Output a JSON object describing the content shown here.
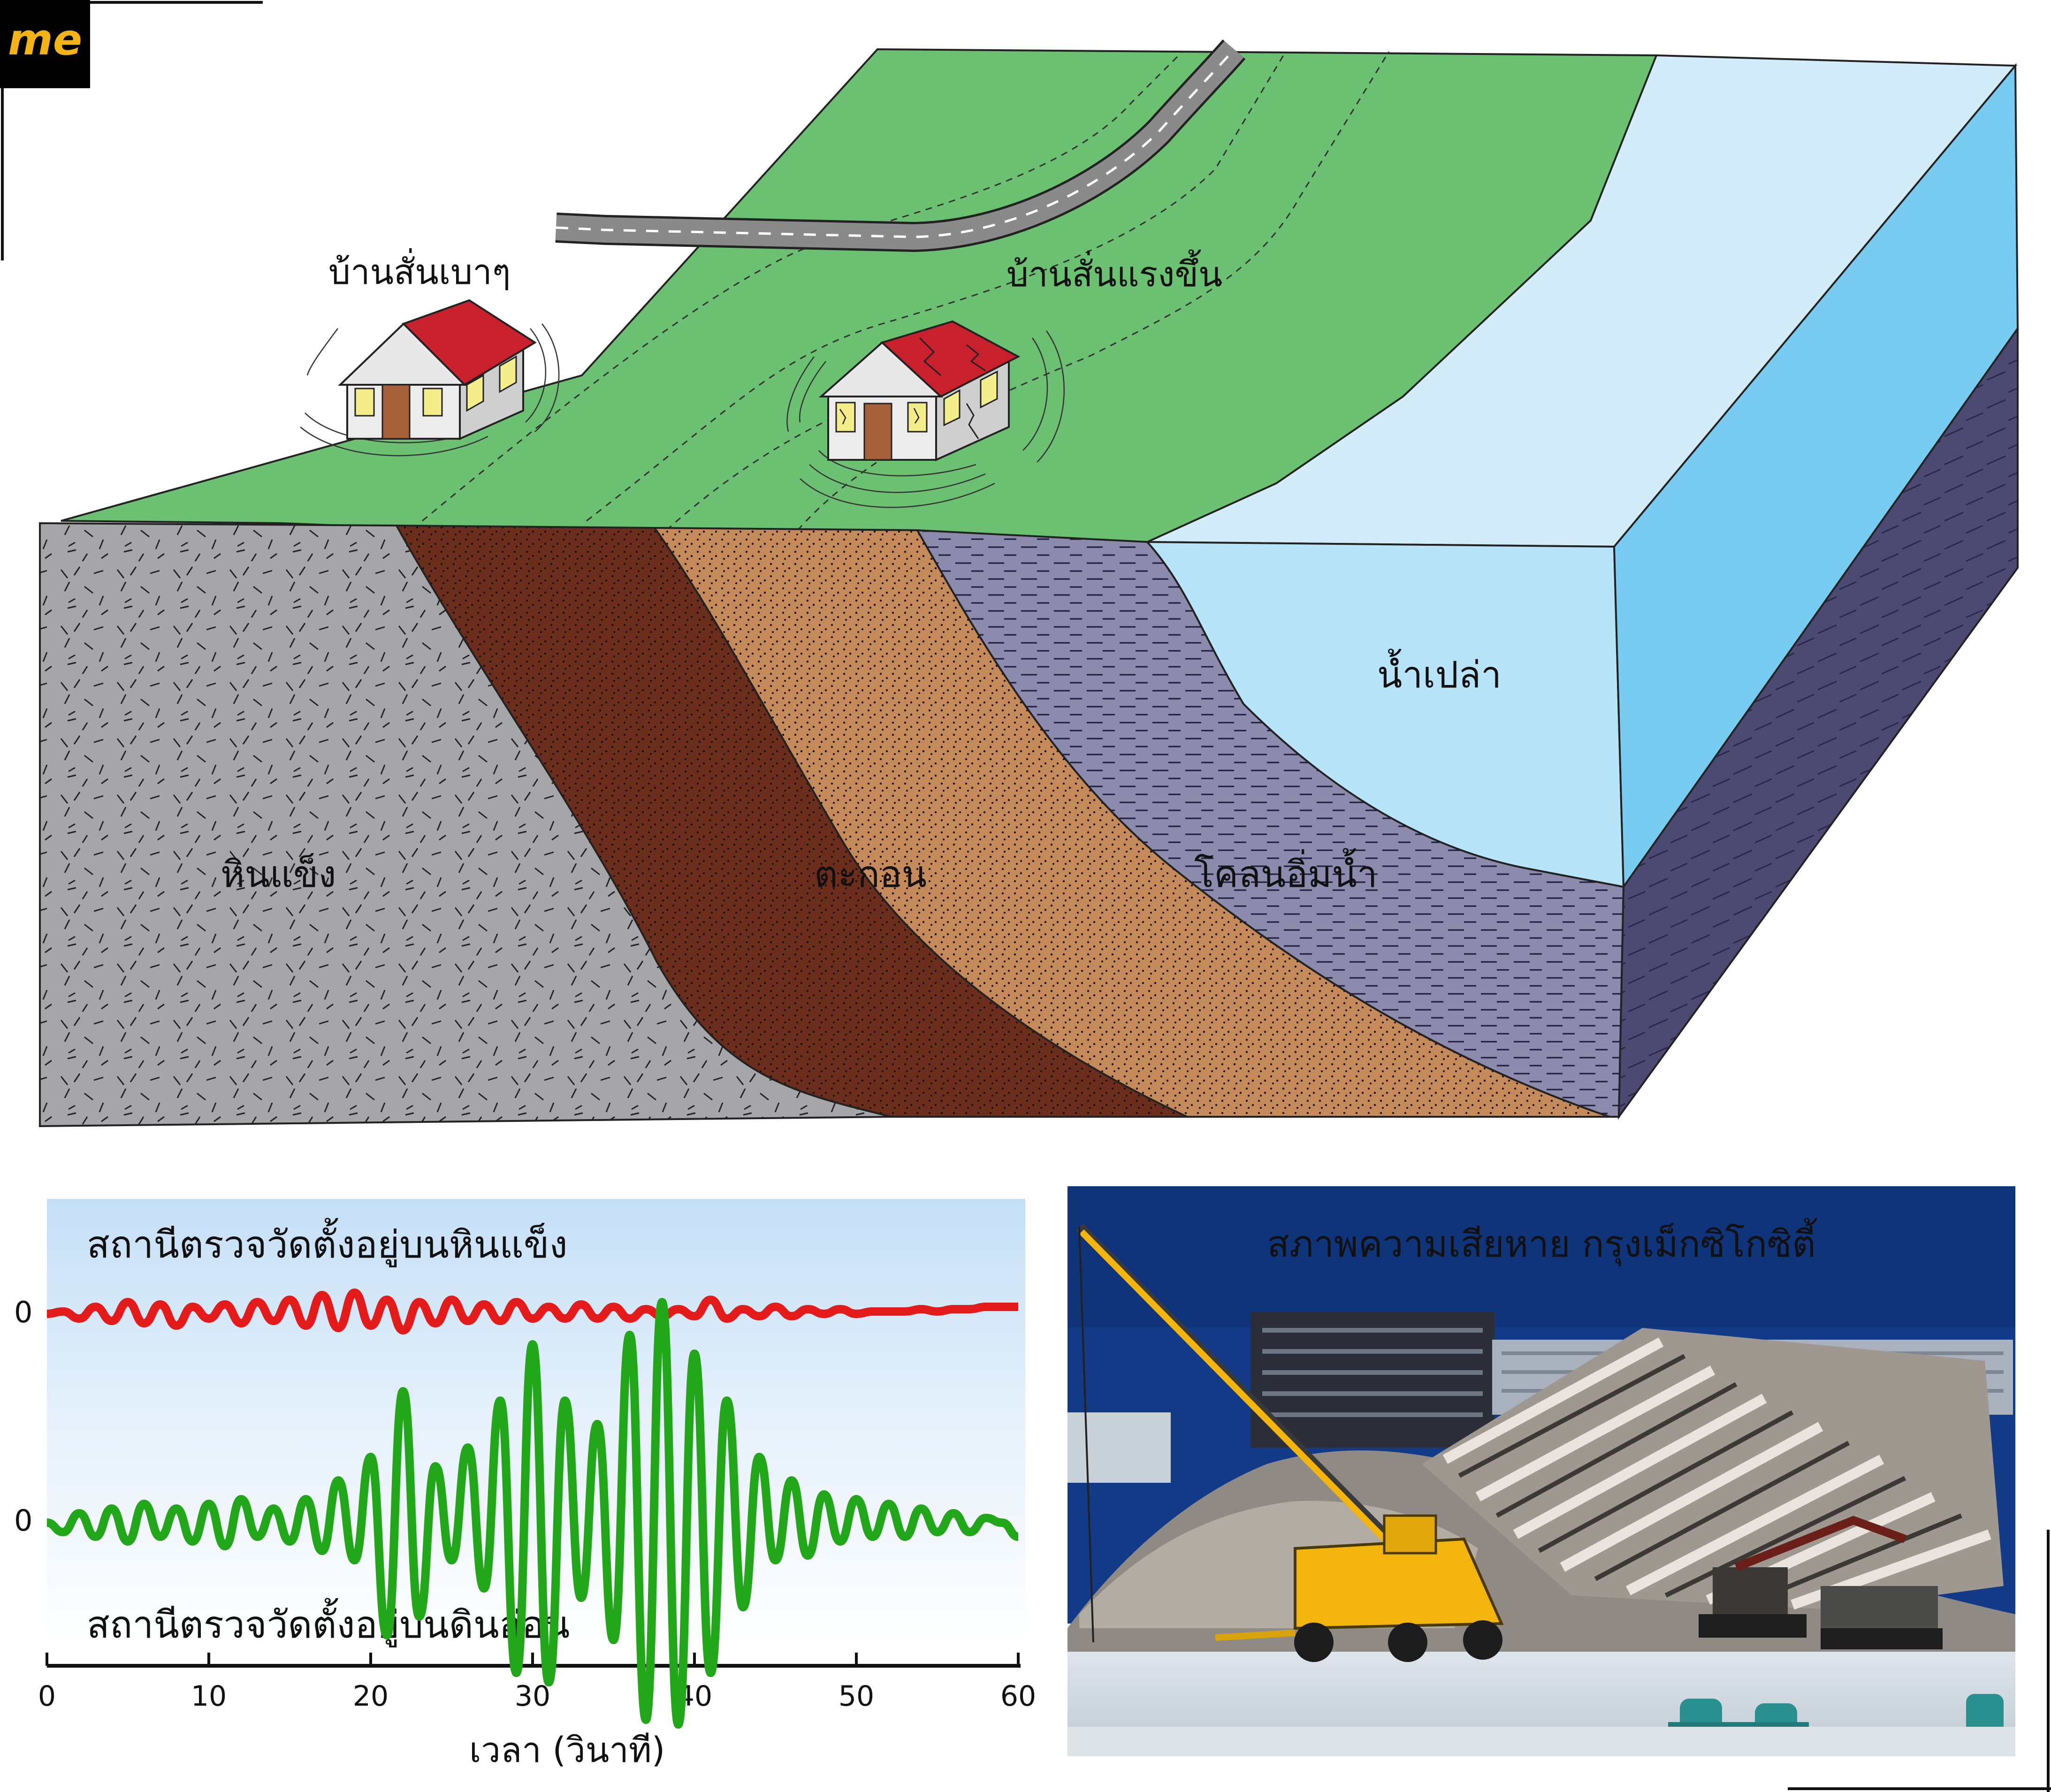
{
  "logo": {
    "text": "me",
    "color": "#f2b318",
    "bg": "#000000"
  },
  "diagram": {
    "labels": {
      "house_light": "บ้านสั่นเบาๆ",
      "house_strong": "บ้านสั่นแรงขึ้น",
      "hard_rock": "หินแข็ง",
      "sediment": "ตะกอน",
      "saturated_mud": "โคลนอิ่มน้ำ",
      "open_water": "น้ำเปล่า"
    },
    "colors": {
      "grass": "#6cc071",
      "rock": "#a6a6a8",
      "dark_soil": "#6b2e1c",
      "sand": "#c48a5a",
      "mud": "#8c8aad",
      "water_top": "#d2ecfa",
      "water_front": "#b7e4f8",
      "water_side": "#78ccf2",
      "side_dark": "#4c4a72",
      "roof": "#c8202c",
      "wall": "#ececec",
      "door": "#a6603a",
      "window": "#f3ee8a",
      "road": "#8a8a8a"
    }
  },
  "chart_data": {
    "type": "line",
    "title": "",
    "xlabel": "เวลา (วินาที)",
    "ylabel": "",
    "xlim": [
      0,
      60
    ],
    "x_ticks": [
      0,
      10,
      20,
      30,
      40,
      50,
      60
    ],
    "series": [
      {
        "name": "สถานีตรวจวัดตั้งอยู่บนหินแข็ง",
        "baseline_label": "0",
        "color": "#e41b1b",
        "x": [
          0,
          1,
          2,
          3,
          4,
          5,
          6,
          7,
          8,
          9,
          10,
          11,
          12,
          13,
          14,
          15,
          16,
          17,
          18,
          19,
          20,
          21,
          22,
          23,
          24,
          25,
          26,
          27,
          28,
          29,
          30,
          31,
          32,
          33,
          34,
          35,
          36,
          37,
          38,
          39,
          40,
          41,
          42,
          43,
          44,
          45,
          46,
          47,
          48,
          49,
          50,
          51,
          52,
          53,
          54,
          55,
          56,
          57,
          58,
          59,
          60
        ],
        "y": [
          0,
          0.1,
          -0.2,
          0.3,
          -0.3,
          0.5,
          -0.4,
          0.4,
          -0.5,
          0.3,
          -0.2,
          0.4,
          -0.4,
          0.5,
          -0.3,
          0.6,
          -0.5,
          0.8,
          -0.6,
          0.9,
          -0.5,
          0.6,
          -0.7,
          0.5,
          -0.4,
          0.6,
          -0.3,
          0.4,
          -0.3,
          0.5,
          -0.2,
          0.3,
          -0.2,
          0.4,
          -0.2,
          0.3,
          -0.2,
          0.2,
          -0.1,
          0.2,
          -0.1,
          0.6,
          -0.2,
          0.2,
          -0.1,
          0.3,
          -0.1,
          0.2,
          0,
          0.2,
          0,
          0.1,
          0.1,
          0.1,
          0.2,
          0.1,
          0.2,
          0.2,
          0.3,
          0.3,
          0.3
        ]
      },
      {
        "name": "สถานีตรวจวัดตั้งอยู่บนดินอ่อน",
        "baseline_label": "0",
        "color": "#23a71a",
        "x": [
          0,
          1,
          2,
          3,
          4,
          5,
          6,
          7,
          8,
          9,
          10,
          11,
          12,
          13,
          14,
          15,
          16,
          17,
          18,
          19,
          20,
          21,
          22,
          23,
          24,
          25,
          26,
          27,
          28,
          29,
          30,
          31,
          32,
          33,
          34,
          35,
          36,
          37,
          38,
          39,
          40,
          41,
          42,
          43,
          44,
          45,
          46,
          47,
          48,
          49,
          50,
          51,
          52,
          53,
          54,
          55,
          56,
          57,
          58,
          59,
          60
        ],
        "y": [
          0,
          -0.2,
          0.2,
          -0.3,
          0.3,
          -0.4,
          0.4,
          -0.3,
          0.3,
          -0.4,
          0.4,
          -0.5,
          0.5,
          -0.3,
          0.3,
          -0.4,
          0.5,
          -0.6,
          0.9,
          -0.8,
          1.4,
          -2.4,
          2.8,
          -2,
          1.2,
          -0.8,
          1.6,
          -1.4,
          2.6,
          -3.2,
          3.8,
          -3.4,
          2.6,
          -1.6,
          2.1,
          -2.5,
          4,
          -4.2,
          4.7,
          -4.3,
          3.6,
          -3.2,
          2.6,
          -1.8,
          1.4,
          -0.8,
          0.9,
          -0.7,
          0.6,
          -0.4,
          0.5,
          -0.3,
          0.4,
          -0.3,
          0.3,
          -0.2,
          0.2,
          -0.2,
          0.1,
          0,
          -0.3
        ]
      }
    ],
    "grid": false,
    "legend": "none"
  },
  "photo": {
    "caption": "สภาพความเสียหาย กรุงเม็กซิโกซิตี้",
    "sky": "#123a86",
    "crane": "#f2b40d"
  }
}
